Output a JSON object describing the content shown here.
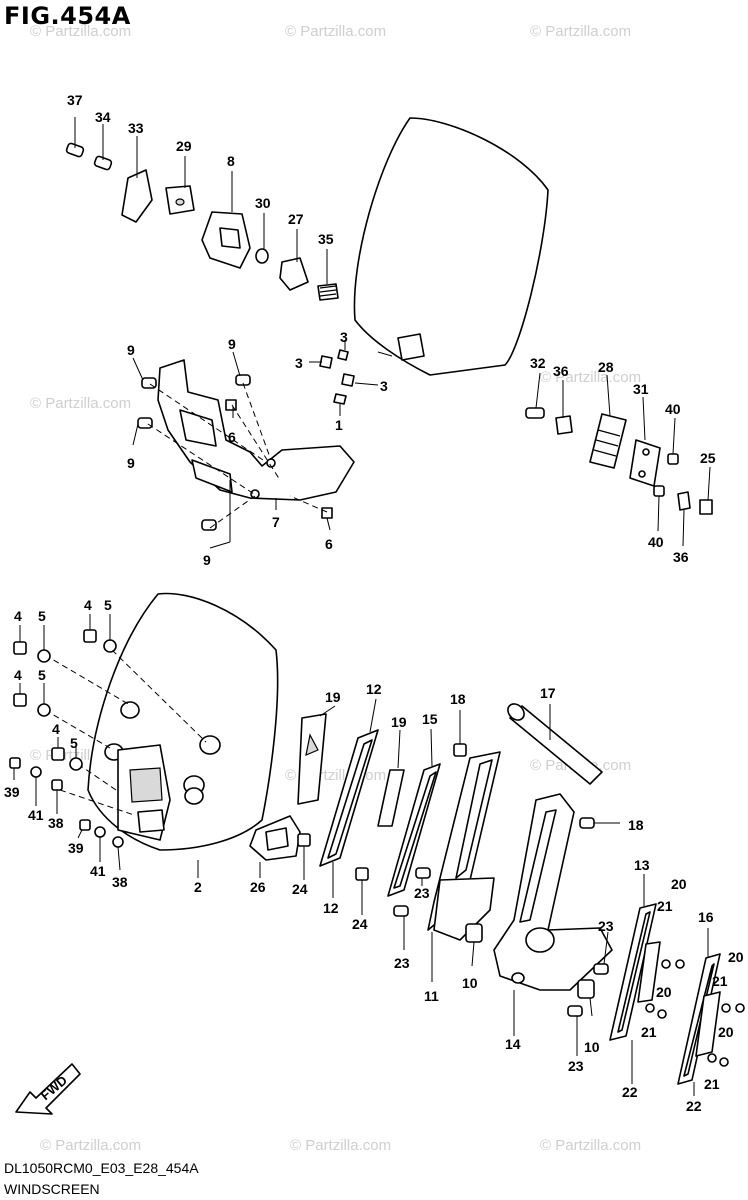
{
  "figure_title": "FIG.454A",
  "footer": {
    "model_code": "DL1050RCM0_E03_E28_454A",
    "section_name": "WINDSCREEN"
  },
  "watermark": "© Partzilla.com",
  "fwd_label": "FWD",
  "callouts": [
    {
      "id": "c37",
      "text": "37"
    },
    {
      "id": "c34",
      "text": "34"
    },
    {
      "id": "c33",
      "text": "33"
    },
    {
      "id": "c29",
      "text": "29"
    },
    {
      "id": "c8",
      "text": "8"
    },
    {
      "id": "c30",
      "text": "30"
    },
    {
      "id": "c27",
      "text": "27"
    },
    {
      "id": "c35",
      "text": "35"
    },
    {
      "id": "c3a",
      "text": "3"
    },
    {
      "id": "c3b",
      "text": "3"
    },
    {
      "id": "c3c",
      "text": "3"
    },
    {
      "id": "c1",
      "text": "1"
    },
    {
      "id": "c9a",
      "text": "9"
    },
    {
      "id": "c9b",
      "text": "9"
    },
    {
      "id": "c9c",
      "text": "9"
    },
    {
      "id": "c9d",
      "text": "9"
    },
    {
      "id": "c6a",
      "text": "6"
    },
    {
      "id": "c6b",
      "text": "6"
    },
    {
      "id": "c7",
      "text": "7"
    },
    {
      "id": "c32",
      "text": "32"
    },
    {
      "id": "c36a",
      "text": "36"
    },
    {
      "id": "c28",
      "text": "28"
    },
    {
      "id": "c31",
      "text": "31"
    },
    {
      "id": "c40a",
      "text": "40"
    },
    {
      "id": "c25",
      "text": "25"
    },
    {
      "id": "c40b",
      "text": "40"
    },
    {
      "id": "c36b",
      "text": "36"
    },
    {
      "id": "c4a",
      "text": "4"
    },
    {
      "id": "c5a",
      "text": "5"
    },
    {
      "id": "c4b",
      "text": "4"
    },
    {
      "id": "c5b",
      "text": "5"
    },
    {
      "id": "c4c",
      "text": "4"
    },
    {
      "id": "c5c",
      "text": "5"
    },
    {
      "id": "c4d",
      "text": "4"
    },
    {
      "id": "c5d",
      "text": "5"
    },
    {
      "id": "c39a",
      "text": "39"
    },
    {
      "id": "c41a",
      "text": "41"
    },
    {
      "id": "c38a",
      "text": "38"
    },
    {
      "id": "c39b",
      "text": "39"
    },
    {
      "id": "c41b",
      "text": "41"
    },
    {
      "id": "c38b",
      "text": "38"
    },
    {
      "id": "c2",
      "text": "2"
    },
    {
      "id": "c26",
      "text": "26"
    },
    {
      "id": "c24a",
      "text": "24"
    },
    {
      "id": "c24b",
      "text": "24"
    },
    {
      "id": "c19a",
      "text": "19"
    },
    {
      "id": "c12a",
      "text": "12"
    },
    {
      "id": "c19b",
      "text": "19"
    },
    {
      "id": "c15",
      "text": "15"
    },
    {
      "id": "c18a",
      "text": "18"
    },
    {
      "id": "c17",
      "text": "17"
    },
    {
      "id": "c12b",
      "text": "12"
    },
    {
      "id": "c23a",
      "text": "23"
    },
    {
      "id": "c23b",
      "text": "23"
    },
    {
      "id": "c11",
      "text": "11"
    },
    {
      "id": "c10a",
      "text": "10"
    },
    {
      "id": "c18b",
      "text": "18"
    },
    {
      "id": "c14",
      "text": "14"
    },
    {
      "id": "c23c",
      "text": "23"
    },
    {
      "id": "c23d",
      "text": "23"
    },
    {
      "id": "c10b",
      "text": "10"
    },
    {
      "id": "c13",
      "text": "13"
    },
    {
      "id": "c20a",
      "text": "20"
    },
    {
      "id": "c21a",
      "text": "21"
    },
    {
      "id": "c20b",
      "text": "20"
    },
    {
      "id": "c21b",
      "text": "21"
    },
    {
      "id": "c22a",
      "text": "22"
    },
    {
      "id": "c16",
      "text": "16"
    },
    {
      "id": "c20c",
      "text": "20"
    },
    {
      "id": "c21c",
      "text": "21"
    },
    {
      "id": "c20d",
      "text": "20"
    },
    {
      "id": "c21d",
      "text": "21"
    },
    {
      "id": "c22b",
      "text": "22"
    }
  ]
}
